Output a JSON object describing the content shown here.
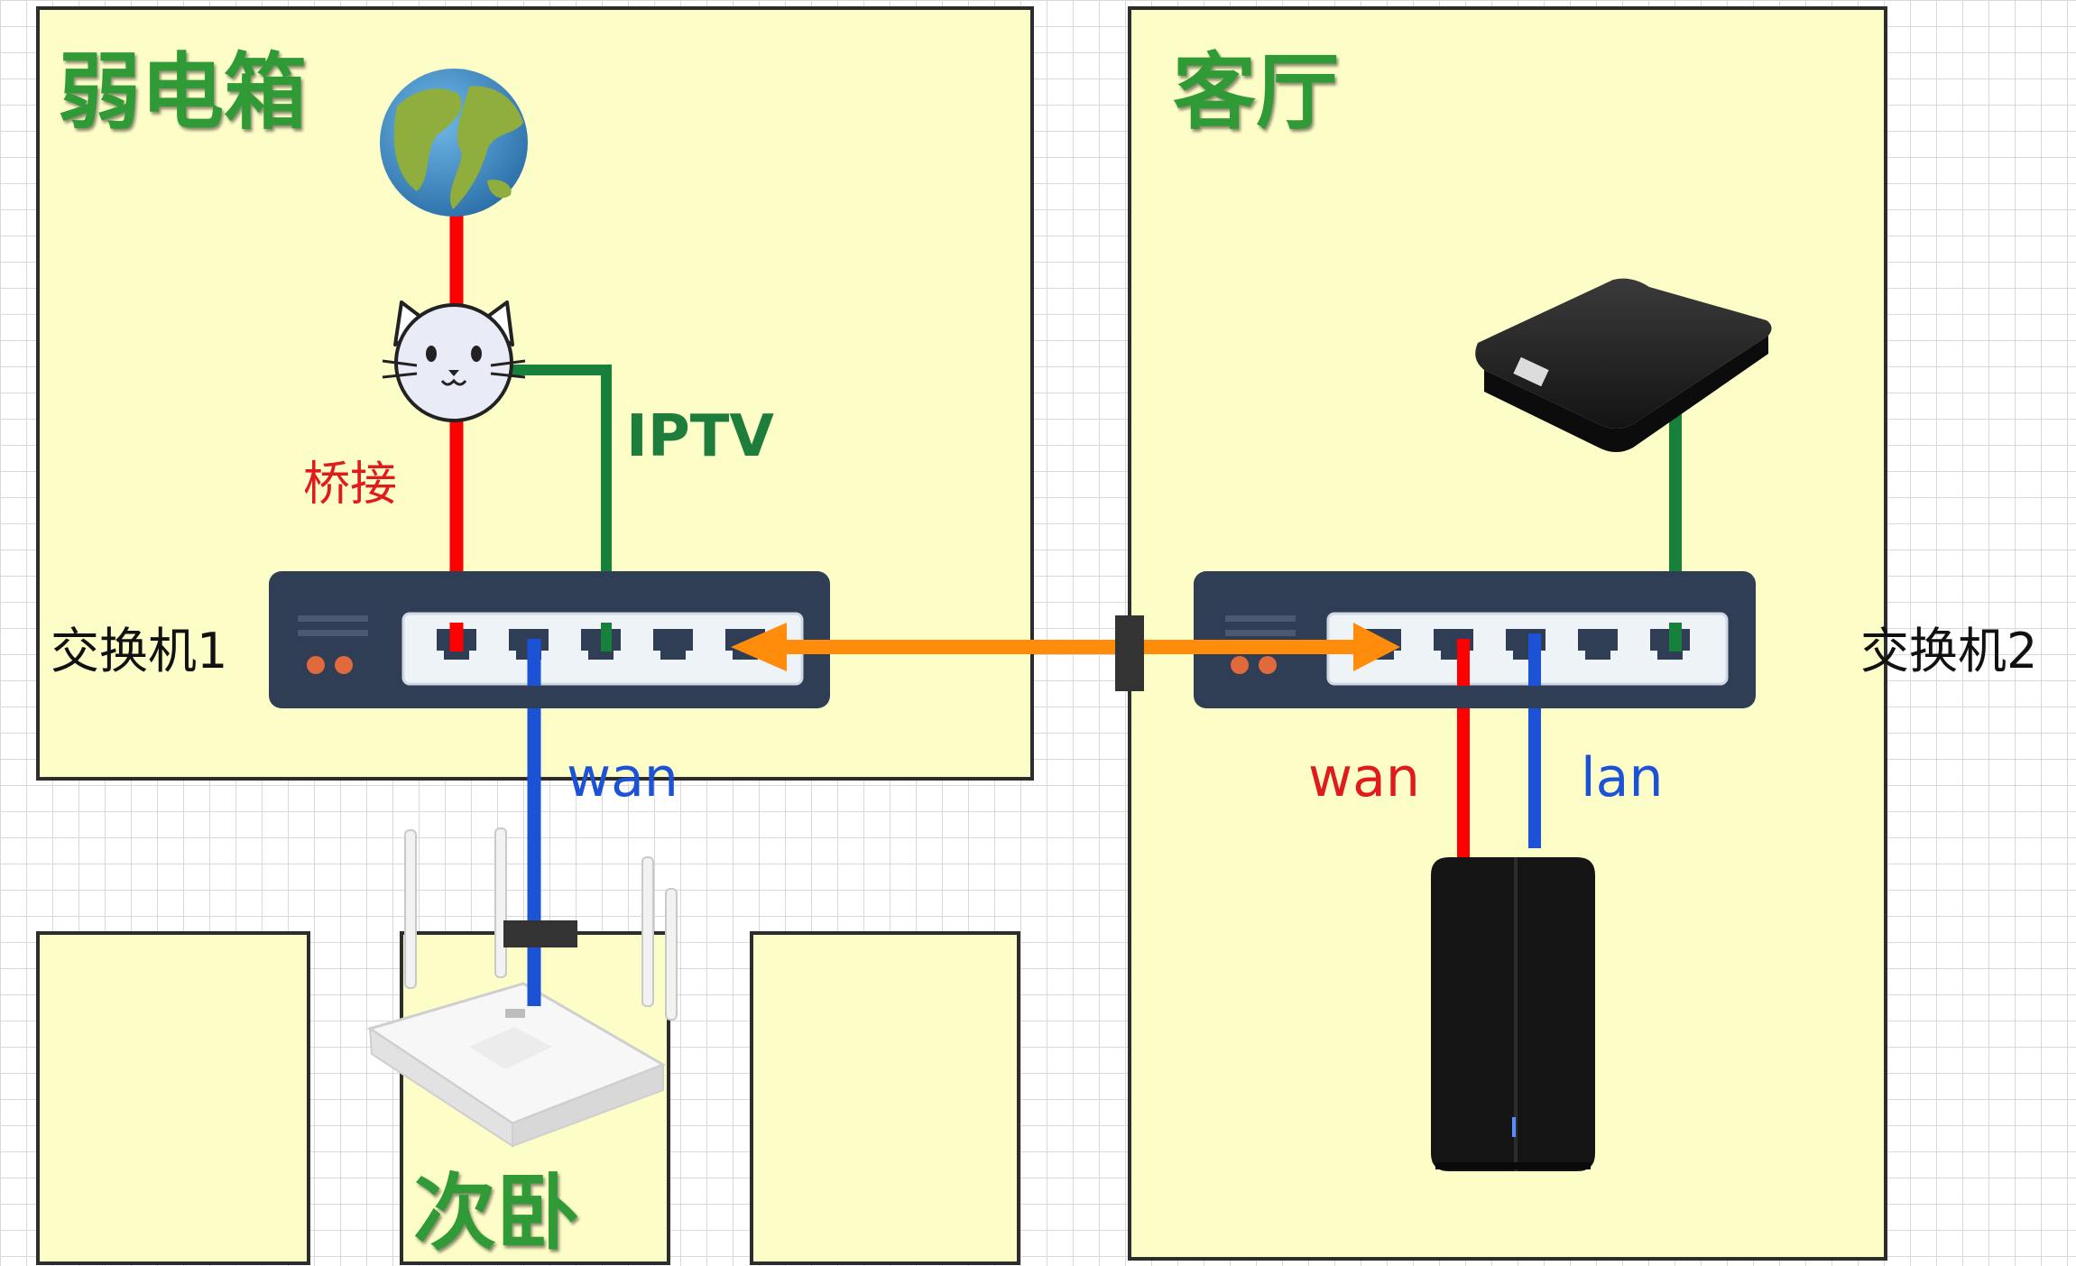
{
  "rooms": {
    "weak_box": "弱电箱",
    "living_room": "客厅",
    "second_bedroom": "次卧"
  },
  "labels": {
    "bridge": "桥接",
    "iptv": "IPTV",
    "switch1": "交换机1",
    "switch2": "交换机2",
    "wan_left": "wan",
    "wan_right": "wan",
    "lan_right": "lan"
  },
  "colors": {
    "room_fill": "#fdfdc8",
    "title_green": "#2f9a36",
    "red_line": "#ff0000",
    "green_line": "#17803a",
    "blue_line": "#1c52d6",
    "orange_link": "#ff8c0a",
    "switch_body": "#2f3d55"
  },
  "icons": {
    "internet": "globe-icon",
    "modem": "cat-modem-icon",
    "iptv_box": "set-top-box-icon",
    "router_left": "white-router-icon",
    "router_right": "black-router-icon",
    "switch": "switch-icon"
  }
}
